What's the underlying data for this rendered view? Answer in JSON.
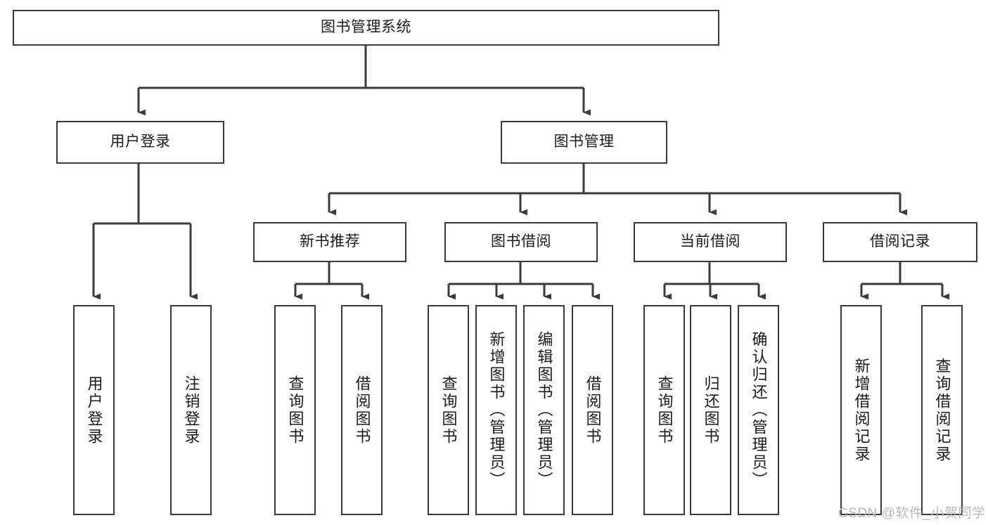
{
  "diagram": {
    "title": "图书管理系统",
    "type": "tree",
    "orientation": "top-down",
    "colors": {
      "box_border": "#3a3a3a",
      "box_fill": "#ffffff",
      "connector": "#3a3a3a",
      "text": "#1b1b1b",
      "watermark": "#b9b9b9"
    },
    "root": {
      "id": "root",
      "label": "图书管理系统"
    },
    "level2": [
      {
        "id": "user-login",
        "label": "用户登录"
      },
      {
        "id": "book-manage",
        "label": "图书管理"
      }
    ],
    "level3": [
      {
        "id": "new-book-recommend",
        "label": "新书推荐",
        "parent": "book-manage"
      },
      {
        "id": "book-borrow",
        "label": "图书借阅",
        "parent": "book-manage"
      },
      {
        "id": "current-borrow",
        "label": "当前借阅",
        "parent": "book-manage"
      },
      {
        "id": "borrow-record",
        "label": "借阅记录",
        "parent": "book-manage"
      }
    ],
    "leaves": [
      {
        "id": "leaf-user-login",
        "label": "用户登录",
        "parent": "user-login"
      },
      {
        "id": "leaf-logout",
        "label": "注销登录",
        "parent": "user-login"
      },
      {
        "id": "leaf-query-book-1",
        "label": "查询图书",
        "parent": "new-book-recommend"
      },
      {
        "id": "leaf-borrow-book-1",
        "label": "借阅图书",
        "parent": "new-book-recommend"
      },
      {
        "id": "leaf-query-book-2",
        "label": "查询图书",
        "parent": "book-borrow"
      },
      {
        "id": "leaf-add-book",
        "label": "新增图书（管理员）",
        "parent": "book-borrow"
      },
      {
        "id": "leaf-edit-book",
        "label": "编辑图书（管理员）",
        "parent": "book-borrow"
      },
      {
        "id": "leaf-borrow-book-2",
        "label": "借阅图书",
        "parent": "book-borrow"
      },
      {
        "id": "leaf-query-book-3",
        "label": "查询图书",
        "parent": "current-borrow"
      },
      {
        "id": "leaf-return-book",
        "label": "归还图书",
        "parent": "current-borrow"
      },
      {
        "id": "leaf-confirm-return",
        "label": "确认归还（管理员）",
        "parent": "current-borrow"
      },
      {
        "id": "leaf-add-record",
        "label": "新增借阅记录",
        "parent": "borrow-record"
      },
      {
        "id": "leaf-query-record",
        "label": "查询借阅记录",
        "parent": "borrow-record"
      }
    ]
  },
  "watermark": {
    "text": "CSDN @软件_小贺同学"
  }
}
